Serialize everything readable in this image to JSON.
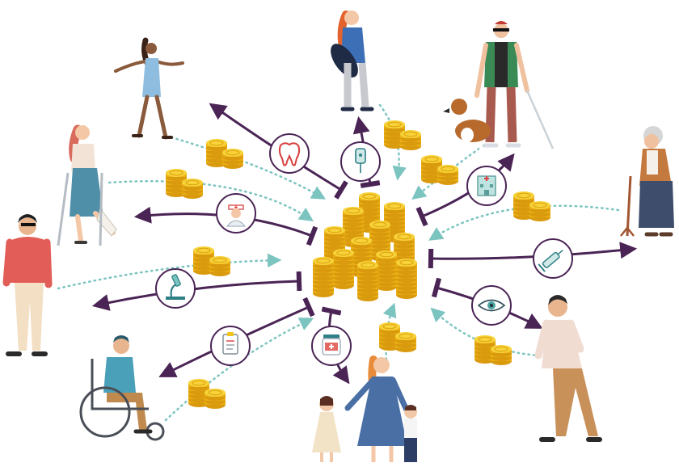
{
  "diagram": {
    "center": {
      "label": "",
      "icon": "gold-coin-stacks-icon"
    },
    "colors": {
      "arrow": "#4a2455",
      "dotted": "#7cc4c0",
      "coin": "#f2c41c",
      "coin_dark": "#d99a0e",
      "node_ring": "#4a2455"
    },
    "people": [
      {
        "id": "woman-in-dress",
        "icon": "woman-in-dress-icon"
      },
      {
        "id": "woman-with-skateboard",
        "icon": "woman-with-skateboard-icon"
      },
      {
        "id": "blind-man-with-guide-dog",
        "icon": "blind-man-with-guide-dog-icon"
      },
      {
        "id": "woman-on-crutches",
        "icon": "woman-on-crutches-icon"
      },
      {
        "id": "elderly-woman-with-cane",
        "icon": "elderly-woman-with-cane-icon"
      },
      {
        "id": "man-in-red-sweater",
        "icon": "man-in-red-sweater-icon"
      },
      {
        "id": "man-with-back-pain",
        "icon": "man-with-back-pain-icon"
      },
      {
        "id": "man-in-wheelchair",
        "icon": "man-in-wheelchair-icon"
      },
      {
        "id": "mother-with-children",
        "icon": "mother-with-children-icon"
      }
    ],
    "services": [
      {
        "id": "dental",
        "icon": "tooth-icon"
      },
      {
        "id": "iv-drip",
        "icon": "iv-drip-icon"
      },
      {
        "id": "hospital",
        "icon": "hospital-icon"
      },
      {
        "id": "nurse",
        "icon": "nurse-icon"
      },
      {
        "id": "vaccination",
        "icon": "syringe-icon"
      },
      {
        "id": "laboratory",
        "icon": "microscope-icon"
      },
      {
        "id": "eye-care",
        "icon": "eye-icon"
      },
      {
        "id": "medical-records",
        "icon": "clipboard-icon"
      },
      {
        "id": "pharmacy",
        "icon": "medicine-jar-icon"
      }
    ],
    "payments": [
      {
        "id": "from-crutches",
        "icon": "coin-stack-icon"
      },
      {
        "id": "from-woman-in-dress",
        "icon": "coin-stack-icon"
      },
      {
        "id": "from-skateboard",
        "icon": "coin-stack-icon"
      },
      {
        "id": "from-blind-man",
        "icon": "coin-stack-icon"
      },
      {
        "id": "from-elderly",
        "icon": "coin-stack-icon"
      },
      {
        "id": "from-red-sweater",
        "icon": "coin-stack-icon"
      },
      {
        "id": "from-wheelchair",
        "icon": "coin-stack-icon"
      },
      {
        "id": "from-mother",
        "icon": "coin-stack-icon"
      },
      {
        "id": "from-back-pain",
        "icon": "coin-stack-icon"
      }
    ]
  }
}
